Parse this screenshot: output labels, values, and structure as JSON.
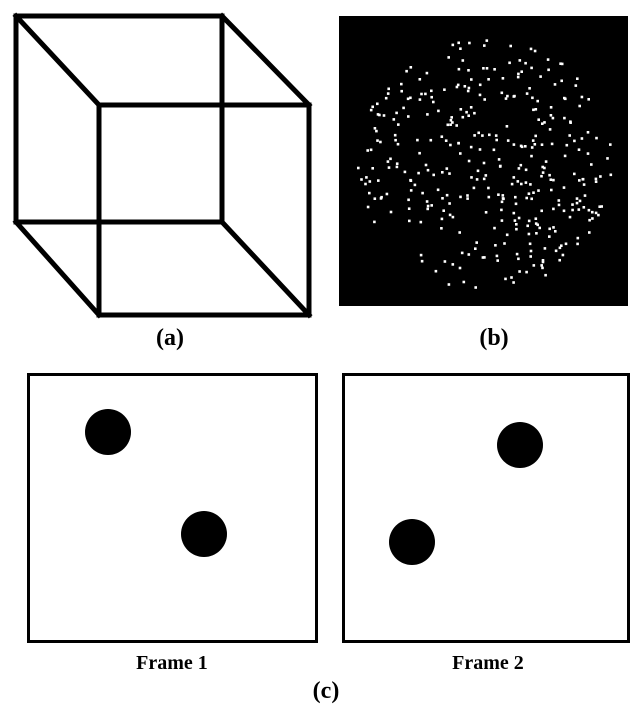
{
  "labels": {
    "a": "(a)",
    "b": "(b)",
    "c": "(c)",
    "frame1": "Frame 1",
    "frame2": "Frame 2"
  },
  "colors": {
    "ink": "#000000",
    "paper": "#ffffff",
    "dot": "#ffffff",
    "rdk_background": "#000000"
  },
  "panels": {
    "a": "necker-cube",
    "b": "random-dot-kinematogram",
    "c": "apparent-motion-frames"
  }
}
